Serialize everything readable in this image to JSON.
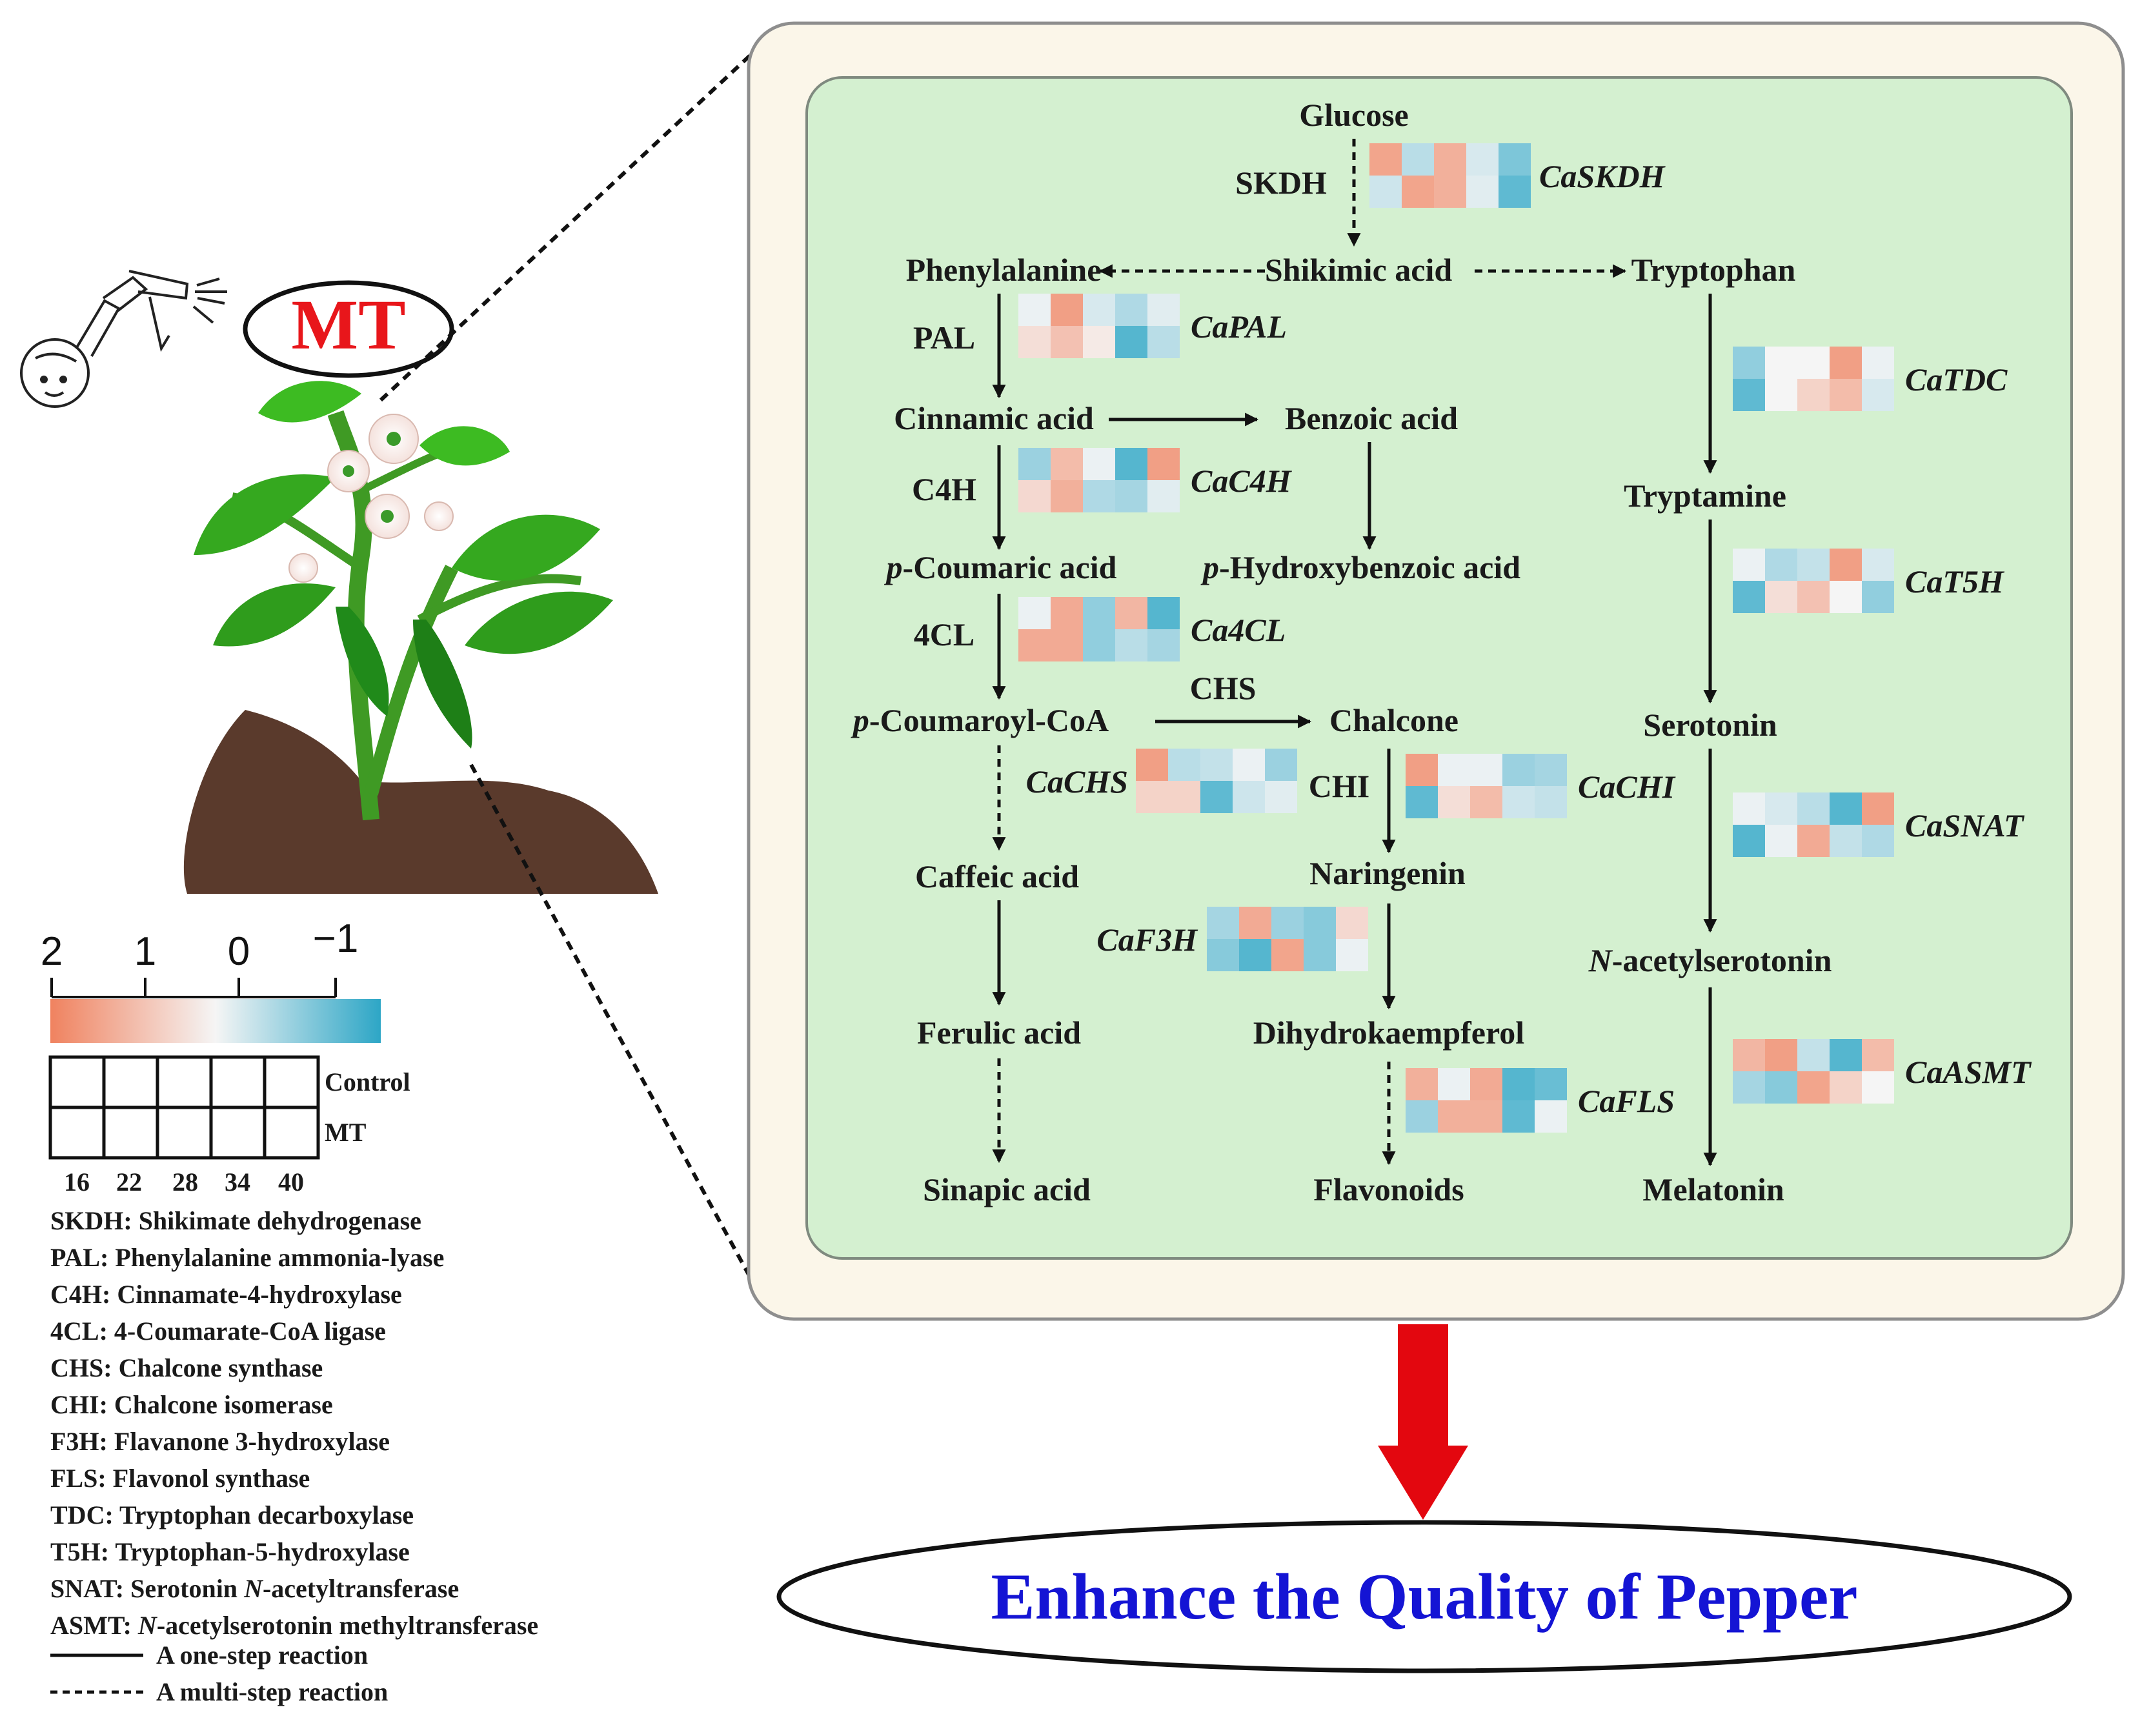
{
  "colors": {
    "panel_outer": "#fbf6e9",
    "panel_inner": "#d4f0d0",
    "mt_text": "#e8161b",
    "red_arrow": "#e3070f",
    "enhance_text": "#1414d4",
    "scale_high": "#f0825f",
    "scale_mid": "#f5f5f5",
    "scale_low": "#2da6c6"
  },
  "treatment_label": "MT",
  "conclusion": "Enhance the Quality of Pepper",
  "icons": [
    "spray-bottle-icon",
    "pepper-plant-icon",
    "soil-mound-icon",
    "down-arrow-icon"
  ],
  "metabolites": {
    "glucose": "Glucose",
    "shikimic": "Shikimic acid",
    "phenylalanine": "Phenylalanine",
    "tryptophan": "Tryptophan",
    "cinnamic": "Cinnamic acid",
    "benzoic": "Benzoic acid",
    "coumaric_rest": "-Coumaric acid",
    "hydroxybenzoic_rest": "-Hydroxybenzoic acid",
    "coumaroyl_rest": "-Coumaroyl-CoA",
    "p_prefix": "p",
    "chalcone": "Chalcone",
    "caffeic": "Caffeic acid",
    "naringenin": "Naringenin",
    "ferulic": "Ferulic acid",
    "dihydrokaempferol": "Dihydrokaempferol",
    "sinapic": "Sinapic acid",
    "flavonoids": "Flavonoids",
    "tryptamine": "Tryptamine",
    "serotonin": "Serotonin",
    "n_prefix": "N",
    "acetylserotonin_rest": "-acetylserotonin",
    "melatonin": "Melatonin"
  },
  "enzymes": {
    "skdh": "SKDH",
    "pal": "PAL",
    "c4h": "C4H",
    "cl4": "4CL",
    "chs": "CHS",
    "chi": "CHI"
  },
  "heatmaps": [
    {
      "gene": "CaSKDH",
      "control": [
        1.4,
        -0.6,
        1.2,
        -0.3,
        -1.2
      ],
      "mt": [
        -0.4,
        1.4,
        1.2,
        -0.2,
        -1.5
      ]
    },
    {
      "gene": "CaPAL",
      "control": [
        -0.1,
        1.5,
        -0.3,
        -0.7,
        -0.2
      ],
      "mt": [
        0.4,
        0.9,
        0.2,
        -1.6,
        -0.6
      ]
    },
    {
      "gene": "CaTDC",
      "control": [
        -1.0,
        0.0,
        0.0,
        1.5,
        -0.1
      ],
      "mt": [
        -1.5,
        0.0,
        0.6,
        1.0,
        -0.3
      ]
    },
    {
      "gene": "CaC4H",
      "control": [
        -0.9,
        1.0,
        -0.1,
        -1.6,
        1.5
      ],
      "mt": [
        0.5,
        1.2,
        -0.7,
        -0.8,
        -0.2
      ]
    },
    {
      "gene": "CaT5H",
      "control": [
        -0.1,
        -0.7,
        -0.5,
        1.5,
        -0.3
      ],
      "mt": [
        -1.5,
        0.4,
        0.9,
        0.0,
        -1.0
      ]
    },
    {
      "gene": "Ca4CL",
      "control": [
        -0.1,
        1.3,
        -1.0,
        1.1,
        -1.6
      ],
      "mt": [
        1.3,
        1.3,
        -1.0,
        -0.6,
        -0.8
      ]
    },
    {
      "gene": "CaCHS",
      "control": [
        1.5,
        -0.6,
        -0.5,
        -0.1,
        -0.9
      ],
      "mt": [
        0.6,
        0.6,
        -1.5,
        -0.4,
        -0.2
      ]
    },
    {
      "gene": "CaCHI",
      "control": [
        1.5,
        -0.1,
        -0.1,
        -0.9,
        -0.8
      ],
      "mt": [
        -1.5,
        0.4,
        1.0,
        -0.4,
        -0.5
      ]
    },
    {
      "gene": "CaSNAT",
      "control": [
        -0.1,
        -0.3,
        -0.6,
        -1.6,
        1.5
      ],
      "mt": [
        -1.6,
        -0.1,
        1.3,
        -0.5,
        -0.7
      ]
    },
    {
      "gene": "CaF3H",
      "control": [
        -0.8,
        1.3,
        -0.9,
        -1.1,
        0.5
      ],
      "mt": [
        -1.1,
        -1.6,
        1.4,
        -1.1,
        -0.1
      ]
    },
    {
      "gene": "CaASMT",
      "control": [
        1.1,
        1.5,
        -0.5,
        -1.6,
        1.0
      ],
      "mt": [
        -0.8,
        -1.1,
        1.4,
        0.6,
        0.0
      ]
    },
    {
      "gene": "CaFLS",
      "control": [
        1.2,
        -0.1,
        1.3,
        -1.6,
        -1.4
      ],
      "mt": [
        -0.9,
        1.2,
        1.2,
        -1.5,
        -0.1
      ]
    }
  ],
  "legend": {
    "scale_ticks": [
      "2",
      "1",
      "0",
      "−1"
    ],
    "rows": [
      "Control",
      "MT"
    ],
    "columns": [
      "16",
      "22",
      "28",
      "34",
      "40"
    ],
    "abbreviations": [
      {
        "abbr": "SKDH:",
        "pre": " Shikimate dehydrogenase",
        "ital": "",
        "post": ""
      },
      {
        "abbr": "PAL:",
        "pre": " Phenylalanine ammonia-lyase",
        "ital": "",
        "post": ""
      },
      {
        "abbr": "C4H:",
        "pre": " Cinnamate-4-hydroxylase",
        "ital": "",
        "post": ""
      },
      {
        "abbr": "4CL:",
        "pre": " 4-Coumarate-CoA ligase",
        "ital": "",
        "post": ""
      },
      {
        "abbr": "CHS:",
        "pre": " Chalcone synthase",
        "ital": "",
        "post": ""
      },
      {
        "abbr": "CHI:",
        "pre": " Chalcone isomerase",
        "ital": "",
        "post": ""
      },
      {
        "abbr": "F3H:",
        "pre": " Flavanone 3-hydroxylase",
        "ital": "",
        "post": ""
      },
      {
        "abbr": "FLS:",
        "pre": " Flavonol synthase",
        "ital": "",
        "post": ""
      },
      {
        "abbr": "TDC:",
        "pre": " Tryptophan decarboxylase",
        "ital": "",
        "post": ""
      },
      {
        "abbr": "T5H:",
        "pre": " Tryptophan-5-hydroxylase",
        "ital": "",
        "post": ""
      },
      {
        "abbr": "SNAT:",
        "pre": " Serotonin ",
        "ital": "N",
        "post": "-acetyltransferase"
      },
      {
        "abbr": "ASMT:",
        "pre": " ",
        "ital": "N",
        "post": "-acetylserotonin methyltransferase"
      }
    ],
    "one_step": "A one-step reaction",
    "multi_step": "A multi-step reaction"
  }
}
